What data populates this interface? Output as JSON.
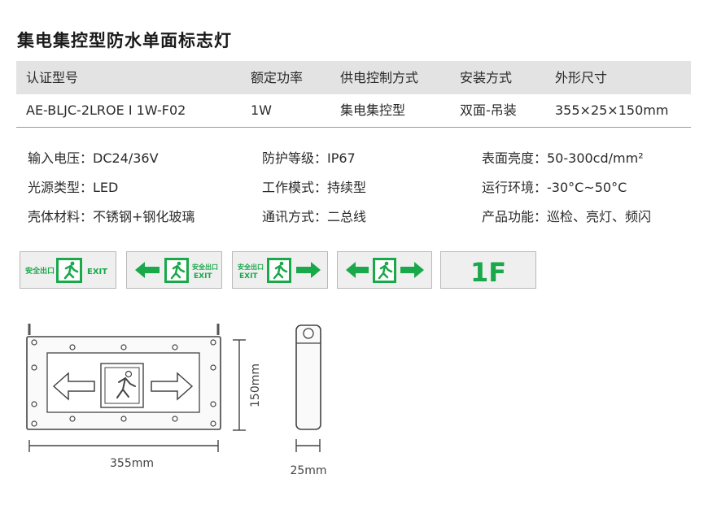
{
  "title": "集电集控型防水单面标志灯",
  "table": {
    "headers": [
      "认证型号",
      "额定功率",
      "供电控制方式",
      "安装方式",
      "外形尺寸"
    ],
    "row": [
      "AE-BLJC-2LROE I 1W-F02",
      "1W",
      "集电集控型",
      "双面-吊装",
      "355×25×150mm"
    ]
  },
  "params": {
    "col1": [
      "输入电压：DC24/36V",
      "光源类型：LED",
      "壳体材料：不锈钢+钢化玻璃"
    ],
    "col2": [
      "防护等级：IP67",
      "工作模式：持续型",
      "通讯方式：二总线"
    ],
    "col3": [
      "表面亮度：50-300cd/mm²",
      "运行环境：-30°C~50°C",
      "产品功能：巡检、亮灯、频闪"
    ]
  },
  "signs": {
    "cn_label": "安全出口",
    "exit_label": "EXIT",
    "floor_label": "1F",
    "sign_color": "#19a84a"
  },
  "dimensions": {
    "width_label": "355mm",
    "height_label": "150mm",
    "depth_label": "25mm"
  }
}
